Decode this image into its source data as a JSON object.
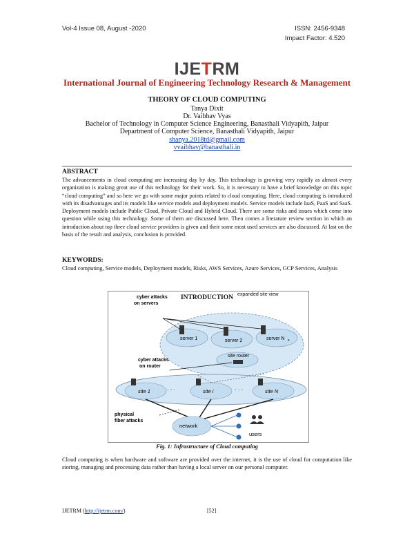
{
  "header": {
    "issue": "Vol-4 Issue 08, August -2020",
    "issn": "ISSN: 2456-9348",
    "impact": "Impact Factor: 4.520"
  },
  "logo": {
    "part1": "IJE",
    "part2": "T",
    "part3": "RM"
  },
  "journal_name": "International Journal of Engineering Technology Research & Management",
  "paper": {
    "title": "THEORY OF CLOUD COMPUTING",
    "author1": "Tanya Dixit",
    "author2": "Dr. Vaibhav Vyas",
    "affil1": "Bachelor of Technology in Computer Science Engineering, Banasthali Vidyapith, Jaipur",
    "affil2": "Department of Computer Science, Banasthali Vidyapith, Jaipur",
    "email1": "shanya.2018td@gmail.com",
    "email2": "vvaibhav@banasthali.in"
  },
  "abstract": {
    "heading": "ABSTRACT",
    "text": "The advancements in cloud computing are increasing day by day. This technology is growing very rapidly as almost every organization is making great use of this technology for their work. So, it is necessary to have a brief knowledge on this topic “cloud computing” and so here we go with some major points related to cloud computing. Here, cloud computing is introduced with its disadvantages and its models like service models and deployment models. Service models include IaaS, PaaS and SaaS. Deployment models include Public Cloud, Private Cloud and Hybrid Cloud. There are some risks and issues which come into question while using this technology. Some of them are discussed here. Then comes a literature review section in which an introduction about top three cloud service providers is given and their some most used services are also discussed. At last on the basis of the result and analysis, conclusion is provided."
  },
  "keywords": {
    "heading": "KEYWORDS:",
    "text": "Cloud computing, Service models, Deployment models, Risks, AWS Services, Azure Services, GCP Services, Analysis"
  },
  "introduction": {
    "heading": "INTRODUCTION",
    "text": "Cloud computing is when hardware and software are provided over the internet, it is the use of cloud for computation like storing, managing and processing data rather than having a local server on our personal computer."
  },
  "figure": {
    "caption": "Fig. 1: Infrastructure of Cloud computing",
    "labels": {
      "cyber_servers": "cyber attacks",
      "cyber_servers2": "on servers",
      "expanded": "expanded site view",
      "server1": "server 1",
      "server2": "server 2",
      "serverN": "server N",
      "serverN_sub": "s",
      "site_router": "site router",
      "cyber_router": "cyber attacks",
      "cyber_router2": "on router",
      "site1": "site 1",
      "sitei": "site i",
      "siteN": "site N",
      "dots1": "· · ·",
      "dots2": "· · ·",
      "physical": "physical",
      "fiber": "fiber attacks",
      "network": "network",
      "users": "users"
    }
  },
  "footer": {
    "journal": "IJETRM (",
    "url": "http://ijetrm.com/",
    "close": ")",
    "page": "[52]"
  }
}
